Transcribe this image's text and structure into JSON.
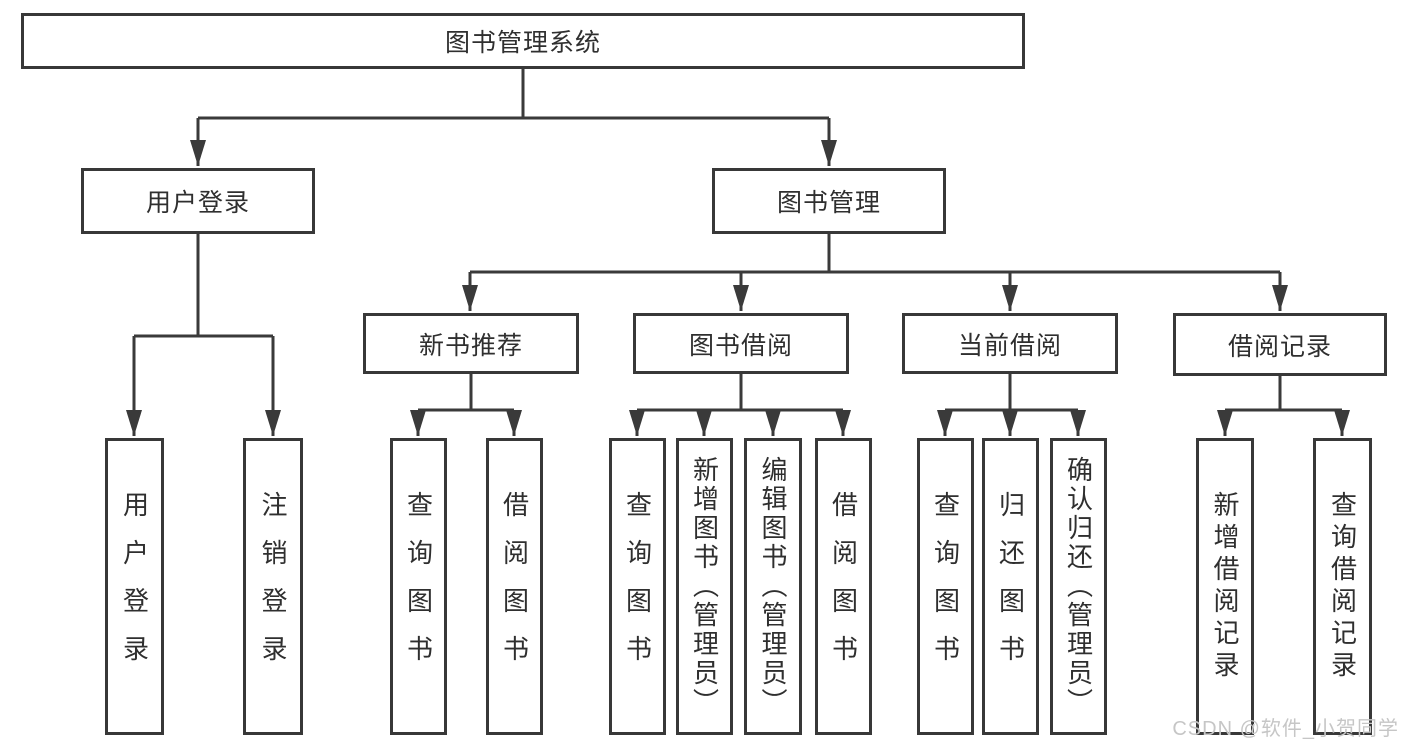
{
  "diagram": {
    "title": "图书管理系统",
    "root_label": "图书管理系统",
    "user_login": {
      "label": "用户登录",
      "children": [
        {
          "label": "用户登录"
        },
        {
          "label": "注销登录"
        }
      ]
    },
    "book_mgmt": {
      "label": "图书管理",
      "sections": [
        {
          "label": "新书推荐",
          "children": [
            {
              "label": "查询图书"
            },
            {
              "label": "借阅图书"
            }
          ]
        },
        {
          "label": "图书借阅",
          "children": [
            {
              "label": "查询图书"
            },
            {
              "label": "新增图书（管理员）"
            },
            {
              "label": "编辑图书（管理员）"
            },
            {
              "label": "借阅图书"
            }
          ]
        },
        {
          "label": "当前借阅",
          "children": [
            {
              "label": "查询图书"
            },
            {
              "label": "归还图书"
            },
            {
              "label": "确认归还（管理员）"
            }
          ]
        },
        {
          "label": "借阅记录",
          "children": [
            {
              "label": "新增借阅记录"
            },
            {
              "label": "查询借阅记录"
            }
          ]
        }
      ]
    }
  },
  "colors": {
    "line": "#3a3a3a",
    "text": "#2f2f2f",
    "watermark": "#c6c6c6",
    "background": "#ffffff"
  },
  "watermark": {
    "text": "CSDN @软件_小贺同学"
  }
}
